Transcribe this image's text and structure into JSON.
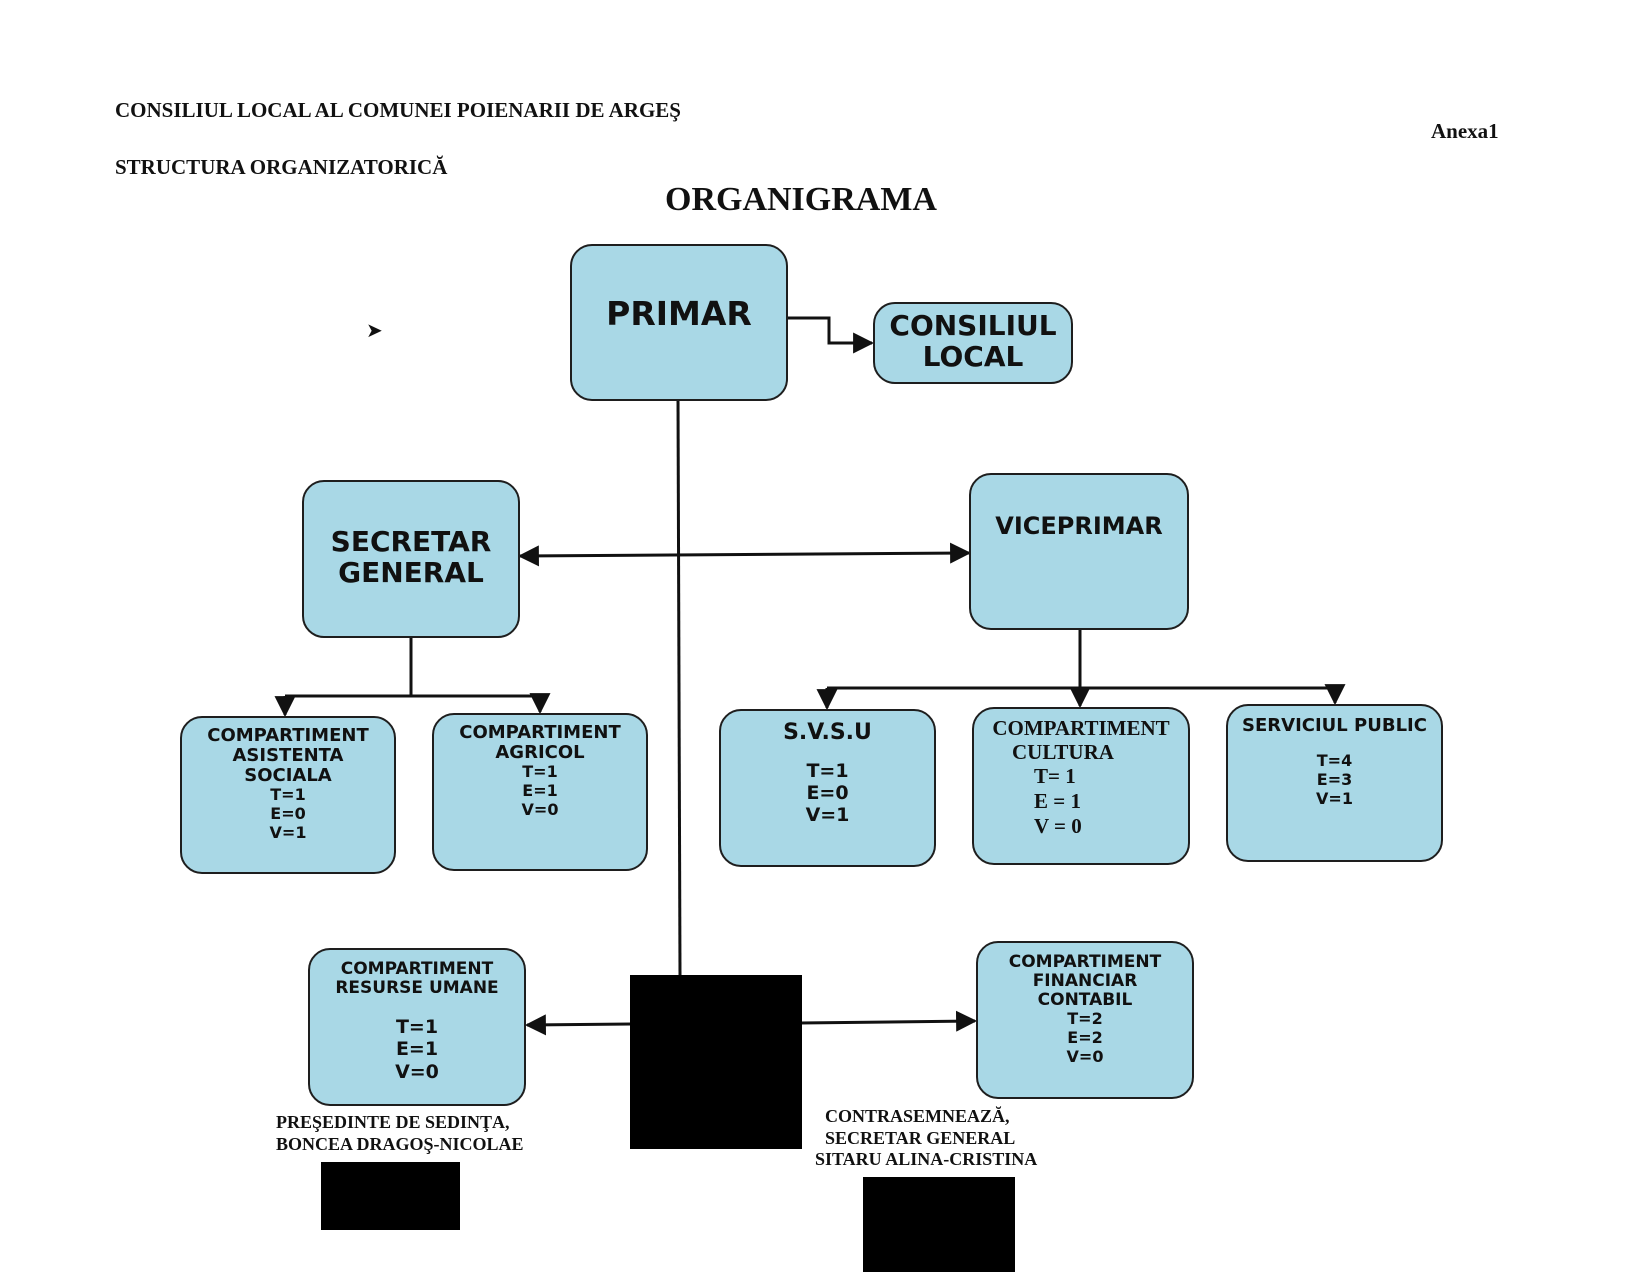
{
  "header": {
    "council": "CONSILIUL LOCAL AL COMUNEI POIENARII DE ARGEŞ",
    "structure": "STRUCTURA ORGANIZATORICĂ",
    "annex": "Anexa1",
    "title": "ORGANIGRAMA"
  },
  "stray_mark": "➤",
  "nodes": {
    "primar": {
      "title": "PRIMAR"
    },
    "consiliu": {
      "line1": "CONSILIUL",
      "line2": "LOCAL"
    },
    "secretar": {
      "line1": "SECRETAR",
      "line2": "GENERAL"
    },
    "viceprimar": {
      "title": "VICEPRIMAR"
    },
    "asistenta": {
      "line1": "COMPARTIMENT",
      "line2": "ASISTENTA",
      "line3": "SOCIALA",
      "t": "T=1",
      "e": "E=0",
      "v": "V=1"
    },
    "agricol": {
      "line1": "COMPARTIMENT",
      "line2": "AGRICOL",
      "t": "T=1",
      "e": "E=1",
      "v": "V=0"
    },
    "svsu": {
      "title": "S.V.S.U",
      "t": "T=1",
      "e": "E=0",
      "v": "V=1"
    },
    "cultura": {
      "line1": "COMPARTIMENT",
      "line2": "CULTURA",
      "t": "T= 1",
      "e": "E = 1",
      "v": "V = 0"
    },
    "serviciu": {
      "title": "SERVICIUL PUBLIC",
      "t": "T=4",
      "e": "E=3",
      "v": "V=1"
    },
    "resurse": {
      "line1": "COMPARTIMENT",
      "line2": "RESURSE UMANE",
      "t": "T=1",
      "e": "E=1",
      "v": "V=0"
    },
    "financiar": {
      "line1": "COMPARTIMENT",
      "line2": "FINANCIAR",
      "line3": "CONTABIL",
      "t": "T=2",
      "e": "E=2",
      "v": "V=0"
    }
  },
  "signatures": {
    "left": {
      "line1": "PREŞEDINTE DE  SEDINŢA,",
      "line2": "BONCEA DRAGOŞ-NICOLAE"
    },
    "right": {
      "line1": "CONTRASEMNEAZĂ,",
      "line2": "SECRETAR GENERAL",
      "line3": "SITARU ALINA-CRISTINA"
    }
  },
  "colors": {
    "box_fill": "#a9d8e6",
    "box_border": "#1e1e1e",
    "connector": "#111111",
    "redaction": "#000000"
  }
}
